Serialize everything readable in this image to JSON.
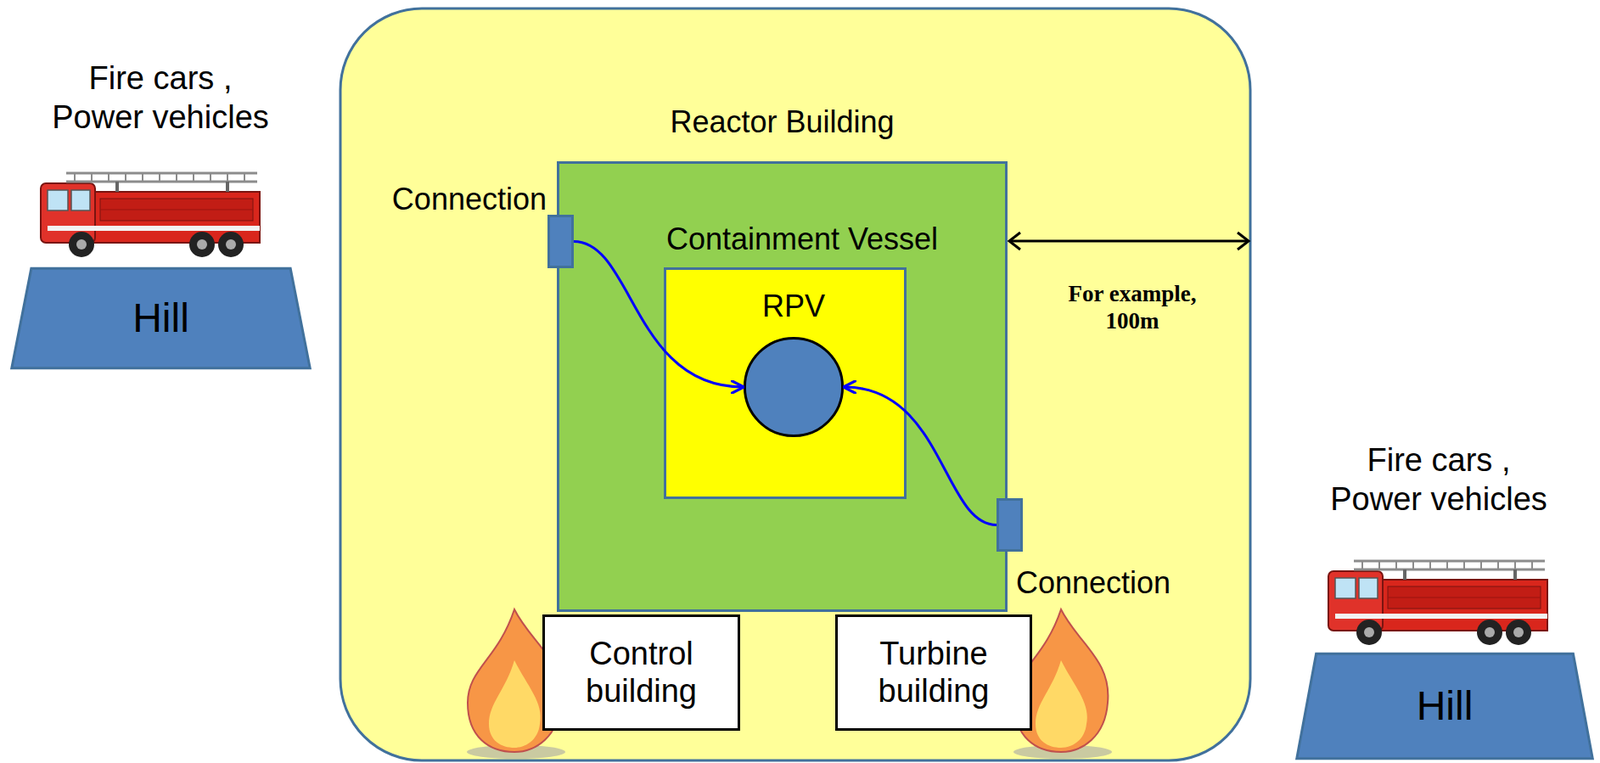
{
  "diagram": {
    "nodes": [
      {
        "text": [
          "Reactor Building"
        ]
      },
      {
        "text": [
          "Containment Vessel"
        ],
        "in": 0
      },
      {
        "text": [
          "RPV"
        ],
        "in": 1
      },
      {
        "text": [
          "Connection"
        ],
        "in": 0
      },
      {
        "text": [
          "Connection"
        ],
        "in": 0
      },
      {
        "text": [
          "Control building"
        ]
      },
      {
        "text": [
          "Turbine building"
        ]
      },
      {
        "text": [
          "Hill"
        ]
      },
      {
        "text": [
          "Hill"
        ]
      }
    ],
    "edges": [
      {
        "from": 3,
        "to": 2,
        "arrow": "to"
      },
      {
        "from": 4,
        "to": 2,
        "arrow": "to"
      }
    ],
    "labels": [
      "Fire cars , Power vehicles",
      "Fire cars , Power vehicles",
      "For example, 100m"
    ]
  }
}
